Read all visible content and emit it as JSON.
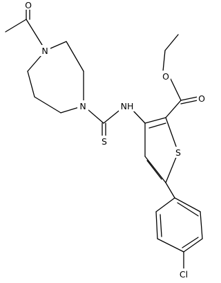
{
  "molecule": {
    "atoms": {
      "o_acetyl": "O",
      "n_acetyl": "N",
      "n_ring": "N",
      "s_thioamide": "S",
      "nh": "NH",
      "o_ester": "O",
      "o_carbonyl": "O",
      "s_thiophene": "S",
      "cl": "Cl"
    }
  }
}
